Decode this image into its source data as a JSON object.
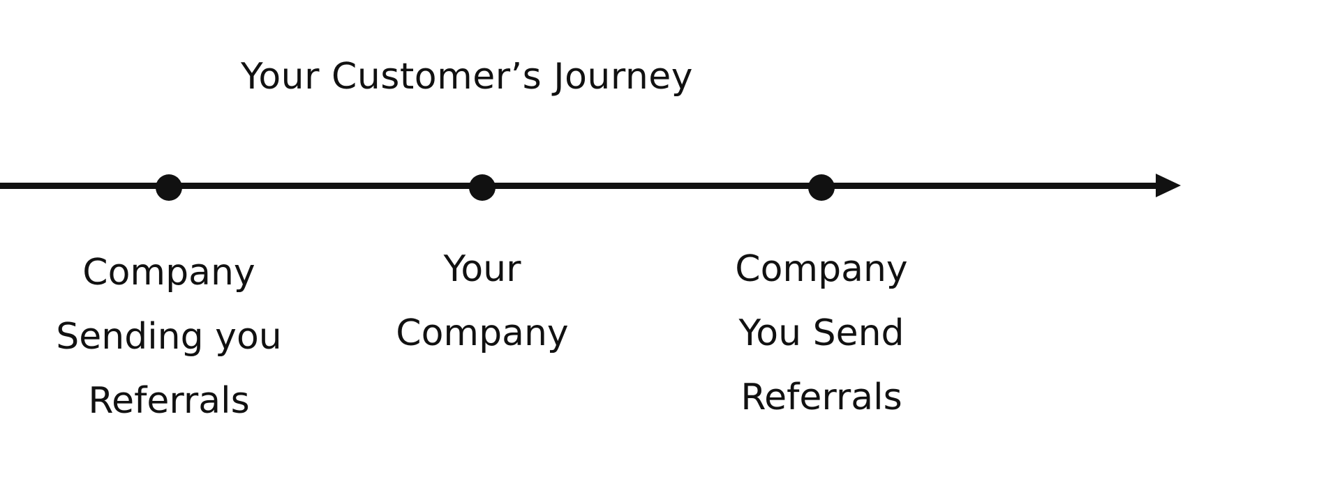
{
  "diagram": {
    "title": "Your Customer’s Journey",
    "stages": [
      {
        "lines": [
          "Company",
          "Sending you",
          "Referrals"
        ]
      },
      {
        "lines": [
          "Your",
          "Company"
        ]
      },
      {
        "lines": [
          "Company",
          "You Send",
          "Referrals"
        ]
      }
    ]
  }
}
